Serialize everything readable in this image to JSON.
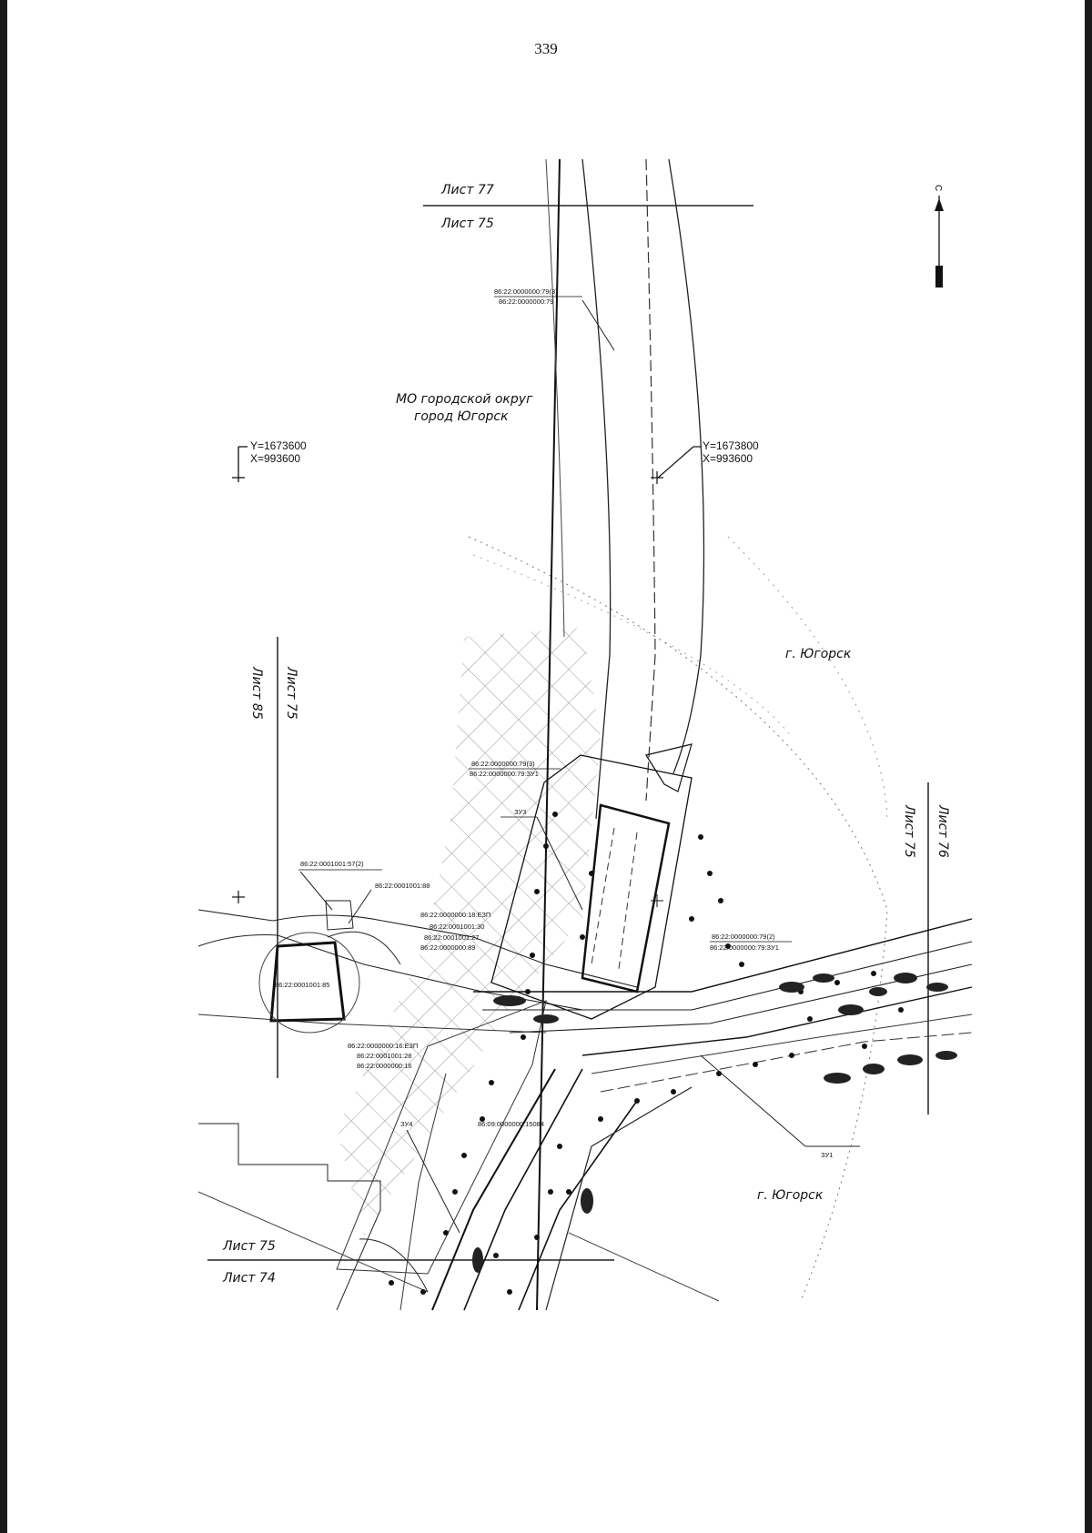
{
  "page": {
    "number": "339"
  },
  "sheets": {
    "top_upper": "Лист 77",
    "top_lower": "Лист 75",
    "left_outer": "Лист 85",
    "left_inner": "Лист 75",
    "right_outer": "Лист 76",
    "right_inner": "Лист 75",
    "bottom_upper": "Лист 75",
    "bottom_lower": "Лист 74"
  },
  "areas": {
    "municipality_line1": "МО городской округ",
    "municipality_line2": "город Югорск",
    "city_upper": "г. Югорск",
    "city_lower": "г. Югорск"
  },
  "coordinates": {
    "left_y": "Y=1673600",
    "left_x": "X=993600",
    "right_y": "Y=1673800",
    "right_x": "X=993600"
  },
  "parcels": {
    "p1_upper": "86:22:0000000:79(3)",
    "p1_lower": "86:22:0000000:79",
    "p2_upper": "86:22:0000000:79(3)",
    "p2_lower": "86:22:0000000:79:ЗУ1",
    "zu3": "ЗУ3",
    "p3": "86:22:0001001:57(2)",
    "p4": "86:22:0001001:88",
    "p5_1": "86:22:0000000:18:ЕЗП",
    "p5_2": "86:22:0001001:30",
    "p5_3": "86:22:0001001:27",
    "p5_4": "86:22:0000000:89",
    "p6": "86:22:0001001:85",
    "p7_upper": "86:22:0000000:79(2)",
    "p7_lower": "86:22:0000000:79:ЗУ1",
    "p8_1": "86:22:0000000:16:ЕЗП",
    "p8_2": "86:22:0001001:28",
    "p8_3": "86:22:0000000:16",
    "zu4": "ЗУ4",
    "p9": "86:09:0000000:15084",
    "zu1": "ЗУ1"
  },
  "north_arrow": {
    "label": "С"
  }
}
